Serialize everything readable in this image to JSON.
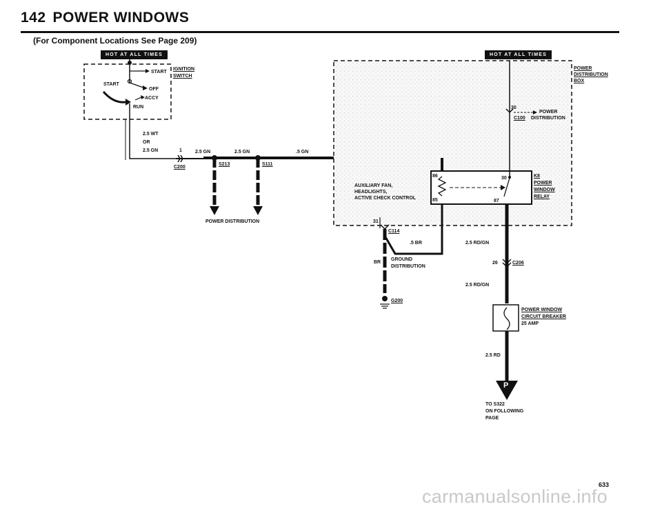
{
  "header": {
    "page_number": "142",
    "title": "POWER WINDOWS",
    "subtitle": "(For Component Locations See Page 209)"
  },
  "badges": {
    "left": "HOT AT ALL TIMES",
    "right": "HOT AT ALL TIMES"
  },
  "ignition_switch": {
    "title_line1": "IGNITION",
    "title_line2": "SWITCH",
    "start_arrow": "START",
    "start_pos": "START",
    "off": "OFF",
    "accy": "ACCY",
    "run": "RUN"
  },
  "wire_labels": {
    "ign_wire_1": "2.5 WT",
    "ign_wire_2": "OR",
    "ign_wire_3": "2.5 GN",
    "pin_1": "1",
    "seg1": "2.5 GN",
    "seg2": "2.5 GN",
    "seg3": ".5 GN",
    "br_wire": ".5 BR",
    "br": "BR",
    "rdgn_upper": "2.5 RD/GN",
    "rdgn_lower": "2.5 RD/GN",
    "rd": "2.5 RD",
    "pin_26": "26"
  },
  "connectors": {
    "c200": "C200",
    "s213": "S213",
    "s111": "S111",
    "c114": "C114",
    "c206": "C206",
    "c100": "C100",
    "pin_31": "31",
    "pin_30": "30"
  },
  "power_distribution": "POWER DISTRIBUTION",
  "distribution_box": {
    "line1": "POWER",
    "line2": "DISTRIBUTION",
    "line3": "BOX",
    "inner1": "POWER",
    "inner2": "DISTRIBUTION"
  },
  "aux_text": {
    "line1": "AUXILIARY FAN,",
    "line2": "HEADLIGHTS,",
    "line3": "ACTIVE CHECK CONTROL"
  },
  "relay": {
    "id": "K8",
    "line1": "POWER",
    "line2": "WINDOW",
    "line3": "RELAY",
    "pin_86": "86",
    "pin_85": "85",
    "pin_30": "30",
    "pin_87": "87"
  },
  "ground": {
    "line1": "GROUND",
    "line2": "DISTRIBUTION",
    "g200": "G200"
  },
  "breaker": {
    "line1": "POWER WINDOW",
    "line2": "CIRCUIT BREAKER",
    "rating": "25 AMP"
  },
  "connector_p": "P",
  "continuation": {
    "line1": "TO S322",
    "line2": "ON FOLLOWING",
    "line3": "PAGE"
  },
  "page_footer": "633",
  "watermark": "carmanualsonline.info"
}
